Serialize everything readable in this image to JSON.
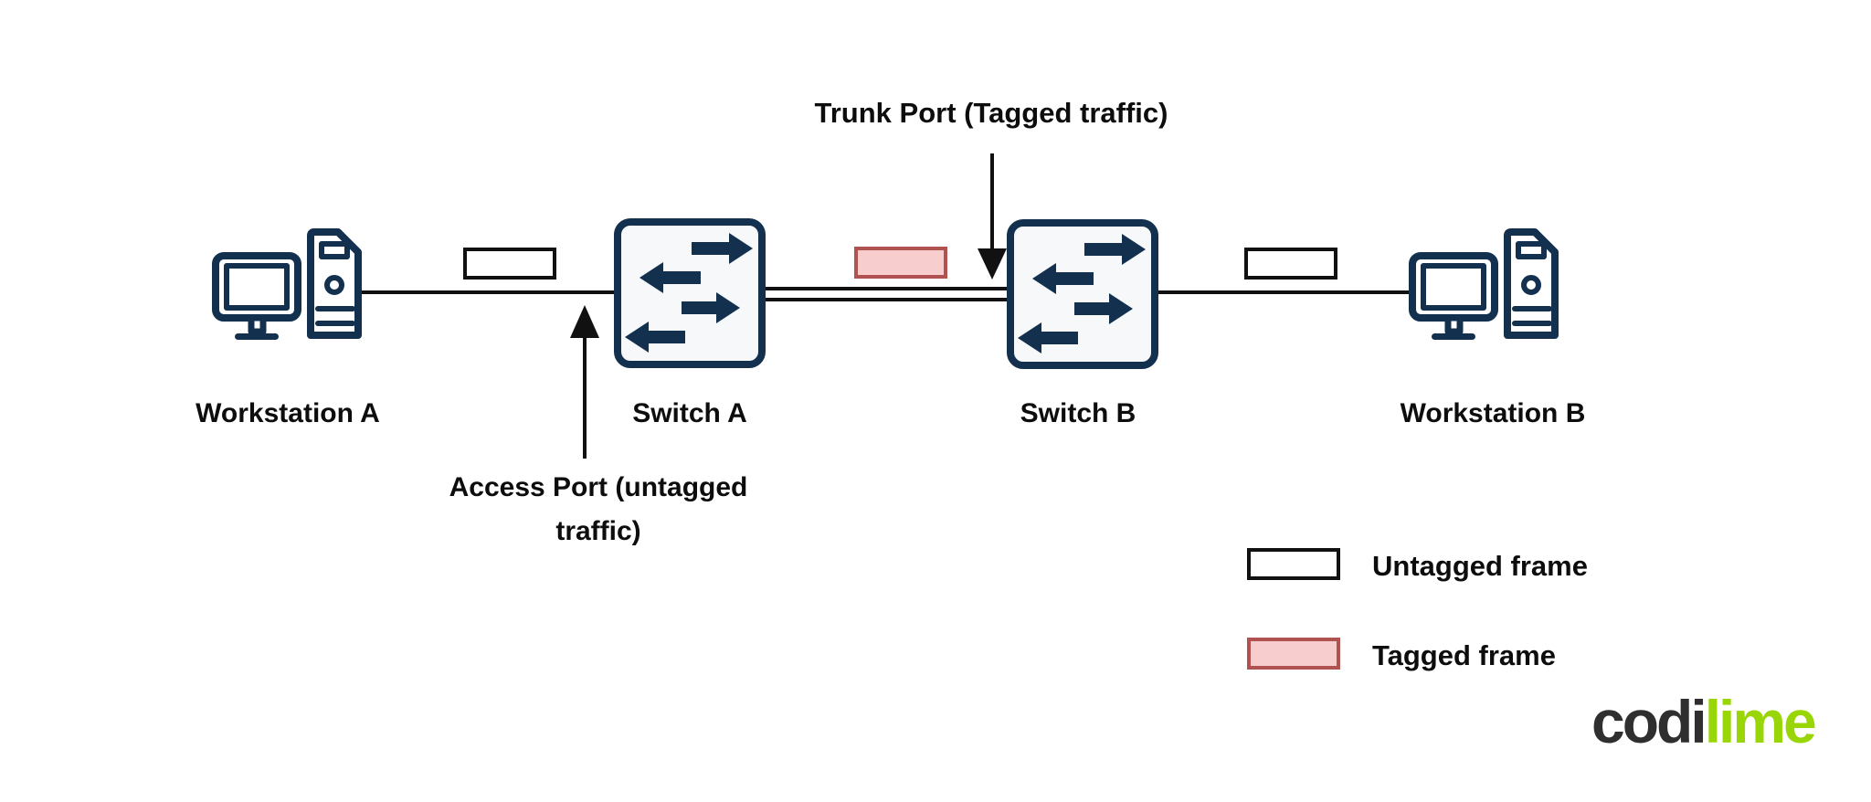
{
  "colors": {
    "navy": "#13304f",
    "line_black": "#111111",
    "switch_fill": "#f7f8f9",
    "tagged_fill": "#f7cdce",
    "tagged_border": "#b0524f",
    "untagged_fill": "#ffffff",
    "untagged_border": "#111111",
    "logo_dark": "#2f2f2f",
    "logo_lime": "#99d607",
    "background": "#ffffff"
  },
  "nodes": {
    "workstation_a": {
      "label": "Workstation A"
    },
    "switch_a": {
      "label": "Switch A"
    },
    "switch_b": {
      "label": "Switch B"
    },
    "workstation_b": {
      "label": "Workstation B"
    }
  },
  "annotations": {
    "trunk": {
      "label": "Trunk Port (Tagged traffic)"
    },
    "access": {
      "label": "Access Port (untagged traffic)"
    }
  },
  "links": {
    "access_link": "untagged single line",
    "trunk_link": "tagged double line",
    "right_link": "untagged single line"
  },
  "legend": {
    "items": [
      {
        "swatch": "untagged",
        "label": "Untagged frame"
      },
      {
        "swatch": "tagged",
        "label": "Tagged frame"
      }
    ]
  },
  "logo": {
    "part1": "codi",
    "part2": "lime"
  }
}
